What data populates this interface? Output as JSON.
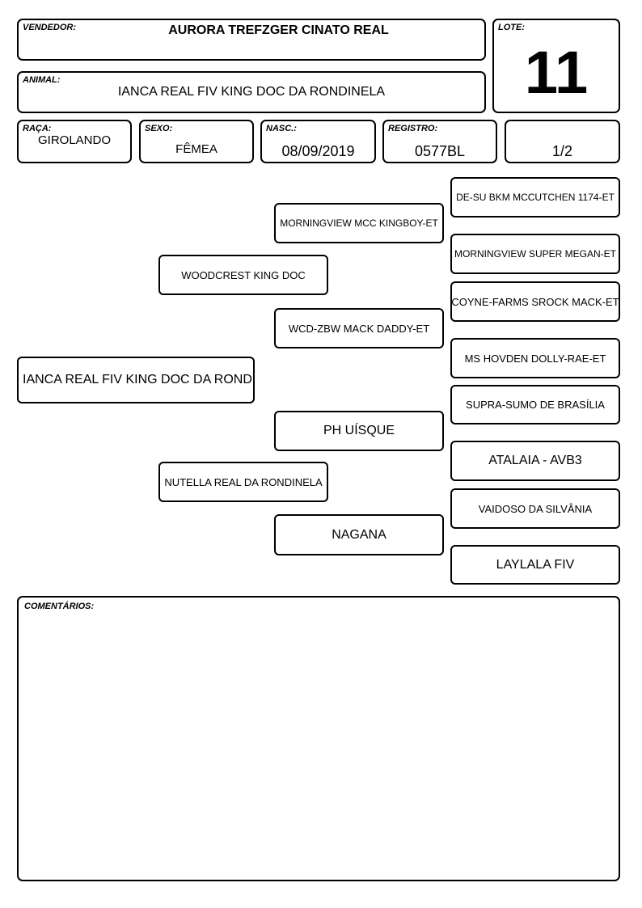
{
  "header": {
    "vendedor_label": "VENDEDOR:",
    "vendedor_value": "AURORA TREFZGER CINATO REAL",
    "lote_label": "LOTE:",
    "lote_value": "11",
    "animal_label": "ANIMAL:",
    "animal_value": "IANCA REAL FIV KING DOC DA RONDINELA"
  },
  "info": {
    "raca_label": "RAÇA:",
    "raca_value": "GIROLANDO",
    "sexo_label": "SEXO:",
    "sexo_value": "FÊMEA",
    "nasc_label": "NASC.:",
    "nasc_value": "08/09/2019",
    "registro_label": "REGISTRO:",
    "registro_value": "0577BL",
    "grau_value": "1/2"
  },
  "pedigree": {
    "animal": "IANCA REAL FIV KING DOC DA RONDI",
    "sire": "WOODCREST KING DOC",
    "dam": "NUTELLA REAL DA RONDINELA",
    "sire_sire": "MORNINGVIEW MCC KINGBOY-ET",
    "sire_dam": "WCD-ZBW MACK DADDY-ET",
    "dam_sire": "PH UÍSQUE",
    "dam_dam": "NAGANA",
    "sss": "DE-SU BKM MCCUTCHEN 1174-ET",
    "ssd": "MORNINGVIEW SUPER MEGAN-ET",
    "sds": "COYNE-FARMS SROCK MACK-ET",
    "sdd": "MS HOVDEN DOLLY-RAE-ET",
    "dss": "SUPRA-SUMO DE BRASÍLIA",
    "dsd": "ATALAIA - AVB3",
    "dds": "VAIDOSO DA SILVÂNIA",
    "ddd": "LAYLALA FIV"
  },
  "comments": {
    "label": "COMENTÁRIOS:",
    "text": ""
  }
}
